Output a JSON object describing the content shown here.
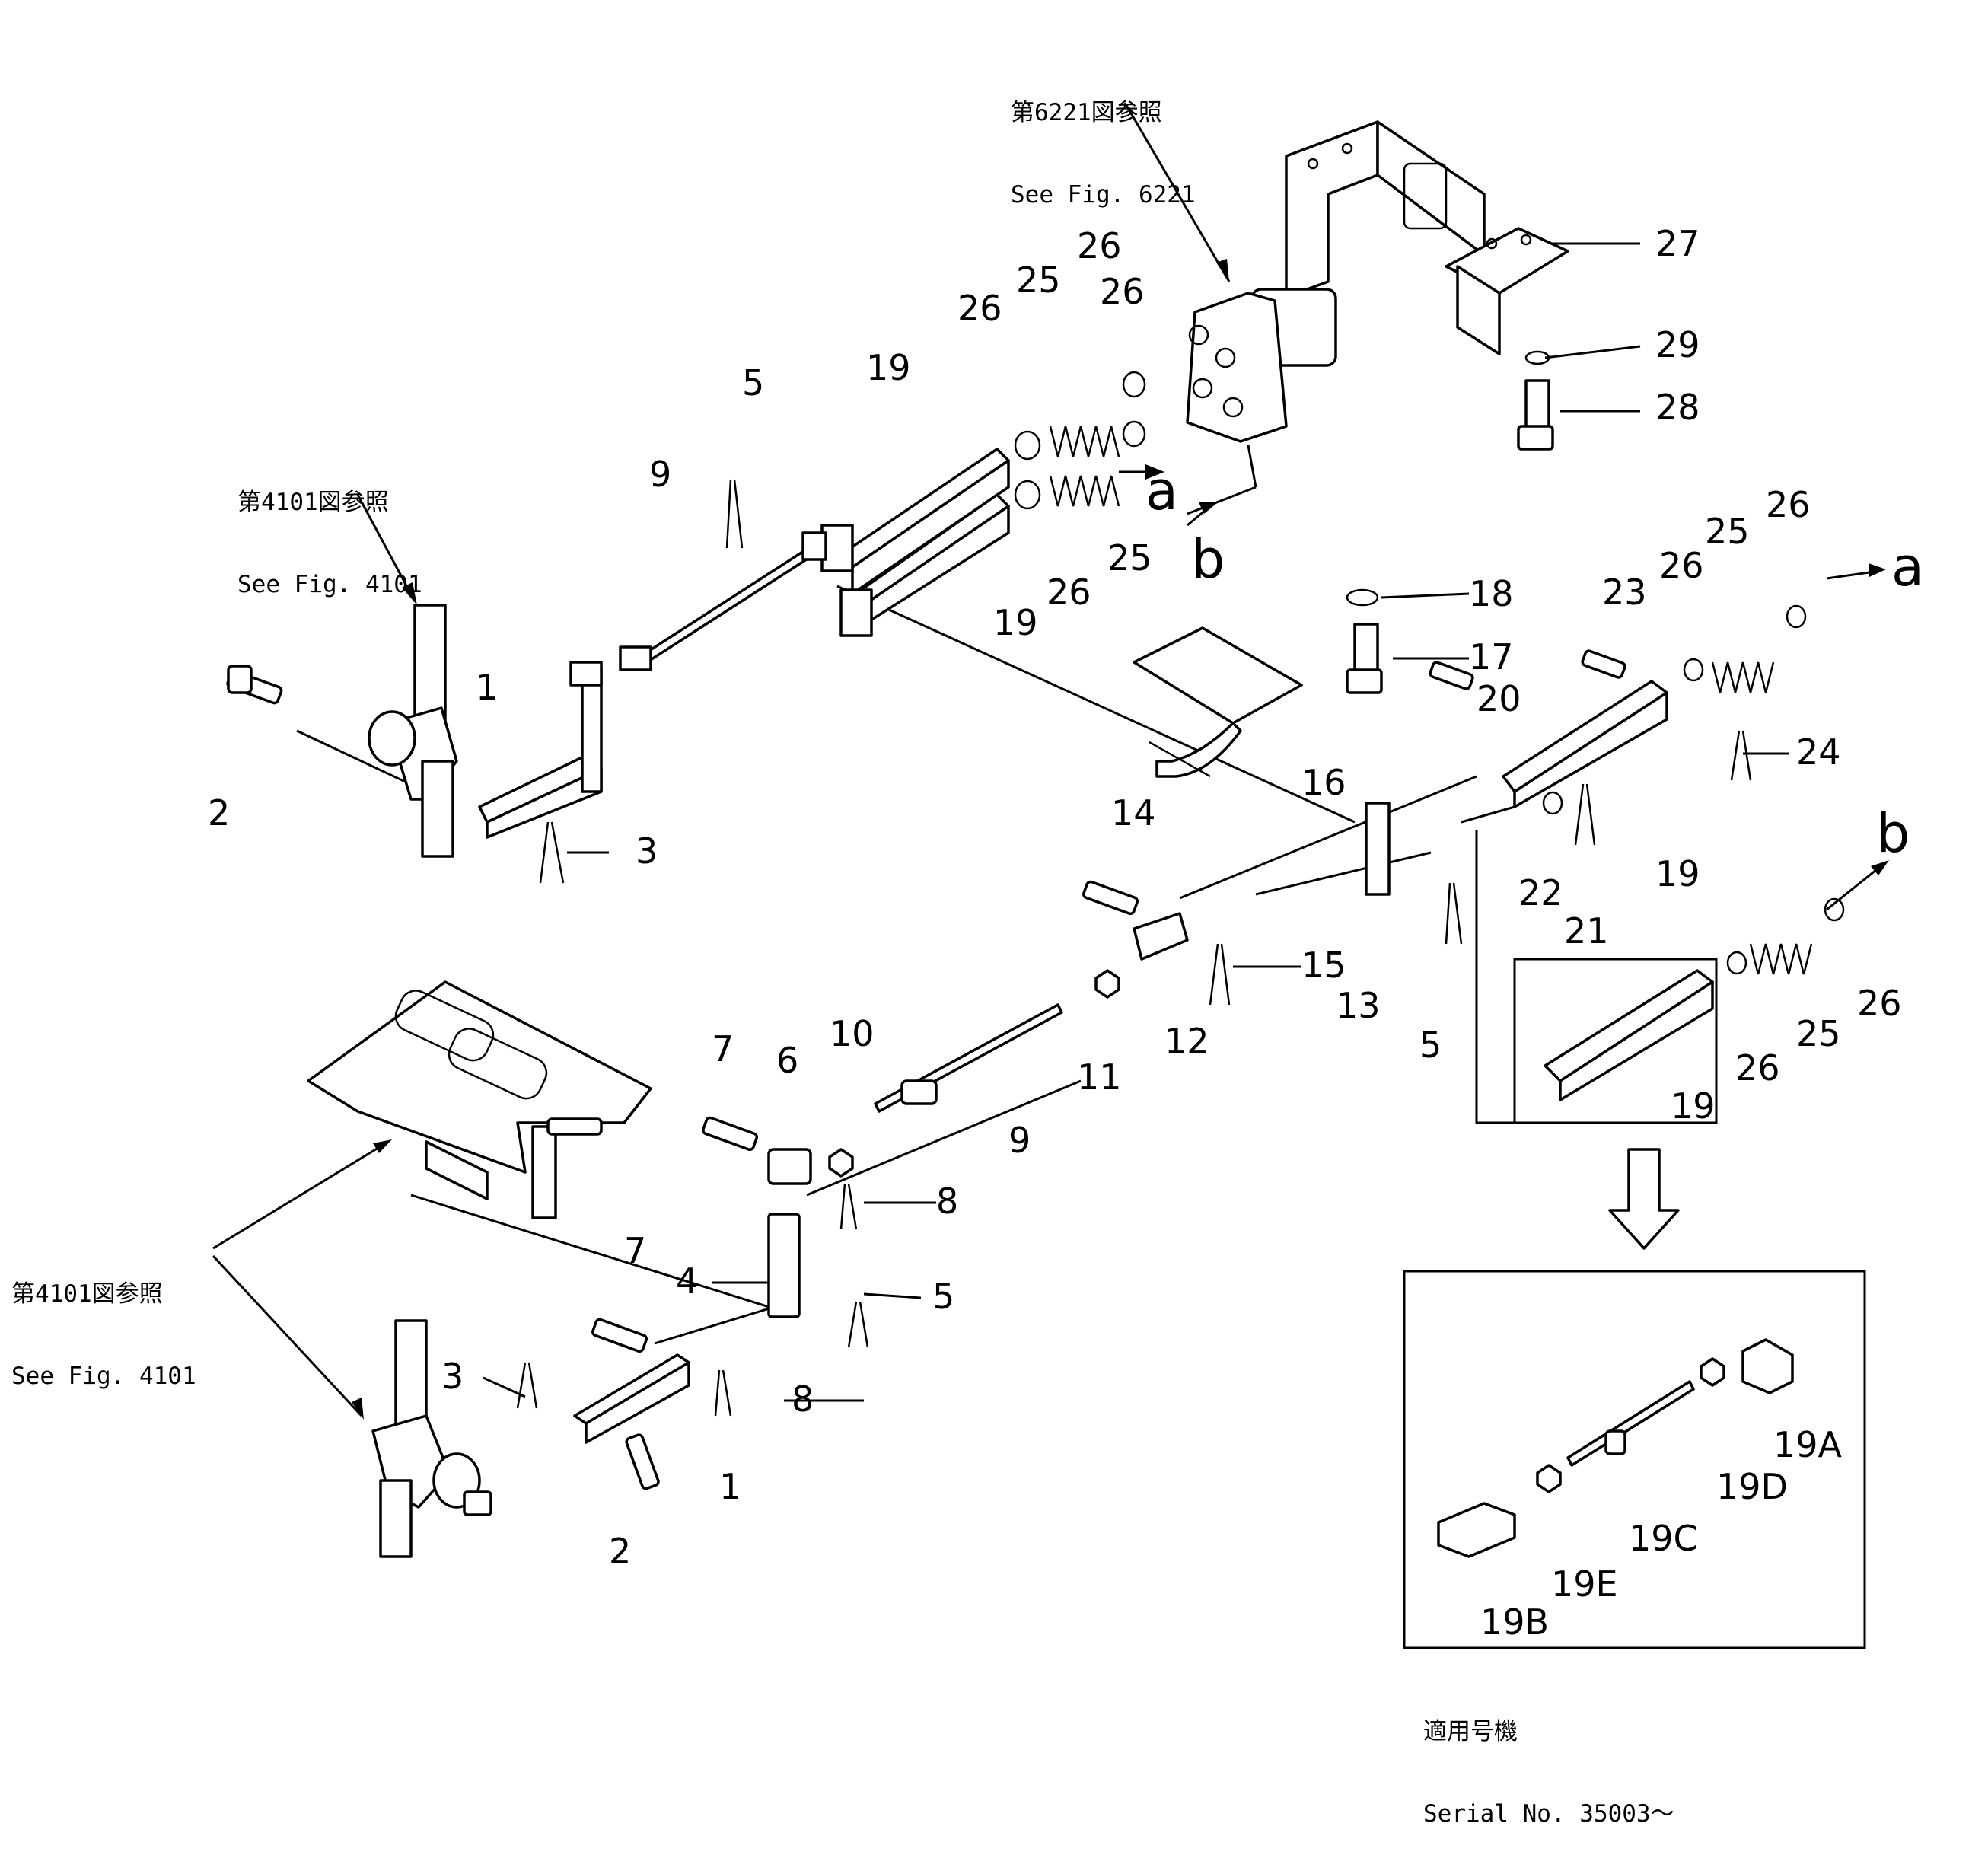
{
  "references": {
    "fig6221": {
      "jp": "第6221図参照",
      "en": "See Fig. 6221"
    },
    "fig4101_top": {
      "jp": "第4101図参照",
      "en": "See Fig. 4101"
    },
    "fig4101_bottom": {
      "jp": "第4101図参照",
      "en": "See Fig. 4101"
    }
  },
  "serial": {
    "jp": "適用号機",
    "en": "Serial No. 35003～"
  },
  "section_letters": [
    "a",
    "b",
    "a",
    "b"
  ],
  "callouts": [
    "1",
    "2",
    "3",
    "5",
    "9",
    "19",
    "26",
    "25",
    "26",
    "19",
    "26",
    "25",
    "26",
    "27",
    "29",
    "28",
    "18",
    "17",
    "16",
    "23",
    "26",
    "25",
    "26",
    "24",
    "20",
    "19",
    "22",
    "21",
    "14",
    "13",
    "5",
    "15",
    "12",
    "11",
    "9",
    "10",
    "6",
    "7",
    "8",
    "5",
    "4",
    "7",
    "3",
    "8",
    "1",
    "2",
    "b",
    "26",
    "25",
    "26",
    "19",
    "19A",
    "19D",
    "19C",
    "19E",
    "19B"
  ],
  "colors": {
    "ink": "#000000",
    "paper": "#ffffff"
  }
}
